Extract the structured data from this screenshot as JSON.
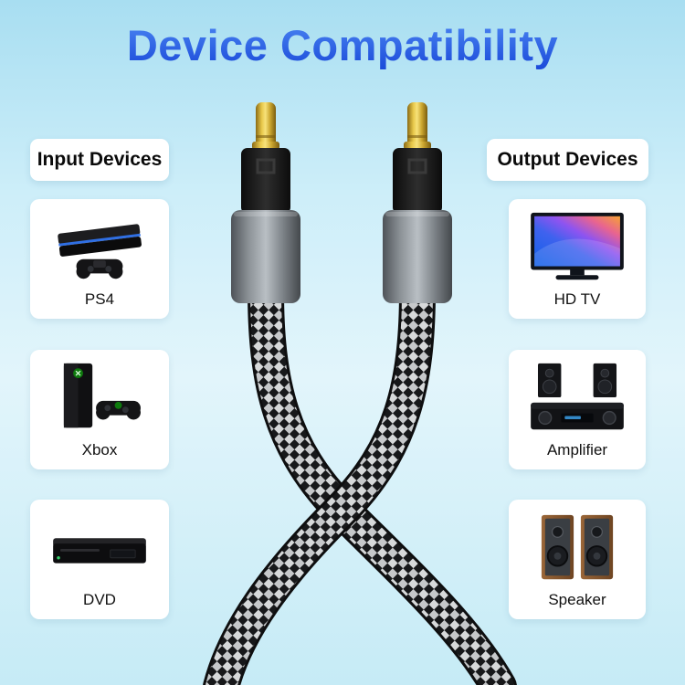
{
  "title": "Device Compatibility",
  "input_devices": {
    "header": "Input Devices",
    "items": [
      {
        "label": "PS4",
        "icon": "ps4-console-with-controller-icon"
      },
      {
        "label": "Xbox",
        "icon": "xbox-console-with-controller-icon"
      },
      {
        "label": "DVD",
        "icon": "dvd-player-icon"
      }
    ]
  },
  "output_devices": {
    "header": "Output Devices",
    "items": [
      {
        "label": "HD TV",
        "icon": "hdtv-icon"
      },
      {
        "label": "Amplifier",
        "icon": "amplifier-with-speakers-icon"
      },
      {
        "label": "Speaker",
        "icon": "bookshelf-speakers-icon"
      }
    ]
  },
  "center_art": {
    "name": "toslink-optical-cable-connectors",
    "connector_count": 2
  },
  "colors": {
    "title_blue": "#1d55e4",
    "background_blue": "#cdeef9",
    "card_white": "#ffffff",
    "gold_tip": "#d9b63a",
    "housing_gray": "#8b9196",
    "cable_black": "#17181a",
    "braid_white": "#d7d9da"
  }
}
